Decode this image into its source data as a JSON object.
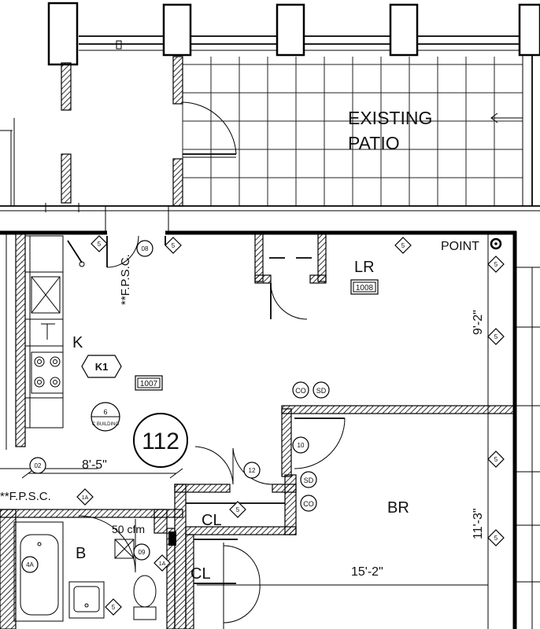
{
  "rooms": {
    "patio": {
      "line1": "EXISTING",
      "line2": "PATIO"
    },
    "living": {
      "name": "LR",
      "number": "1008"
    },
    "kitchen": {
      "name": "K",
      "tag": "K1",
      "number": "1007"
    },
    "bedroom": {
      "name": "BR"
    },
    "bath": {
      "name": "B",
      "fan": "50 cfm"
    },
    "closet_upper": {
      "name": "CL"
    },
    "closet_lower": {
      "name": "CL"
    }
  },
  "unit_number": "112",
  "point_label": "POINT",
  "fpsc_top": "**F.P.S.C.",
  "fpsc_left": "**F.P.S.C.",
  "dimensions": {
    "lr_height": "9'-2\"",
    "br_height": "11'-3\"",
    "br_width": "15'-2\"",
    "kitchen_width": "8'-5\""
  },
  "detectors": {
    "co_top": "CO",
    "sd_top": "SD",
    "sd_bottom": "SD",
    "co_bottom": "CO"
  },
  "door_tags": {
    "d08": "08",
    "d10": "10",
    "d12": "12",
    "d02": "02",
    "d09": "09",
    "d4A": "4A",
    "d1A_a": "1A",
    "d1A_b": "1A"
  },
  "diamond_tag": "5",
  "section_tag": {
    "number": "6",
    "label": "C BUILDING"
  }
}
